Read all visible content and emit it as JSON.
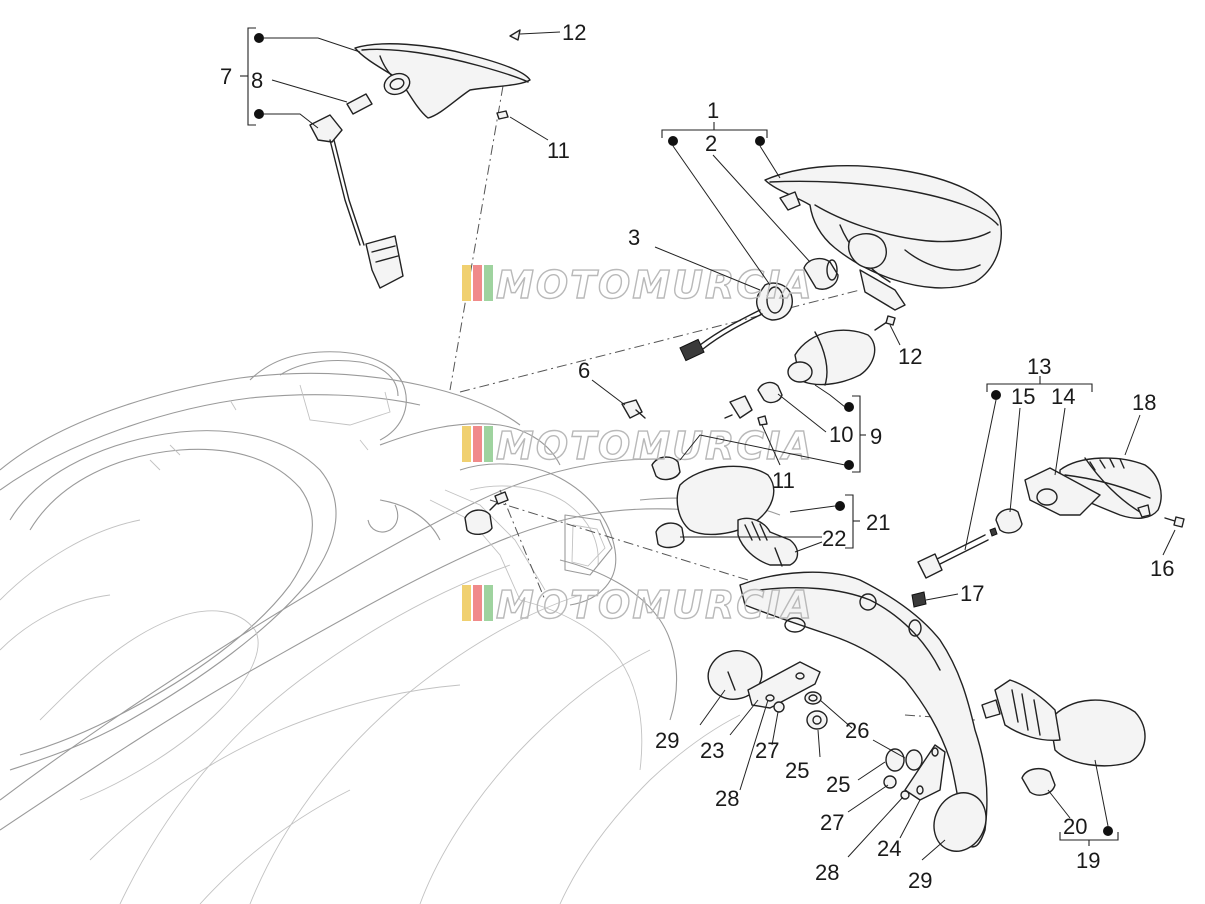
{
  "watermark": {
    "text": "MOTOMURCIA",
    "stripe_colors": [
      "#f0d070",
      "#f08a8a",
      "#9fd39f"
    ]
  },
  "labels": {
    "c1": "1",
    "c2": "2",
    "c3": "3",
    "c6": "6",
    "c7": "7",
    "c8": "8",
    "c9": "9",
    "c10": "10",
    "c11a": "11",
    "c11b": "11",
    "c12a": "12",
    "c12b": "12",
    "c13": "13",
    "c14": "14",
    "c15": "15",
    "c16": "16",
    "c17": "17",
    "c18": "18",
    "c19": "19",
    "c20": "20",
    "c21": "21",
    "c22": "22",
    "c23": "23",
    "c24": "24",
    "c25a": "25",
    "c25b": "25",
    "c26": "26",
    "c27a": "27",
    "c27b": "27",
    "c28a": "28",
    "c28b": "28",
    "c29a": "29",
    "c29b": "29"
  }
}
